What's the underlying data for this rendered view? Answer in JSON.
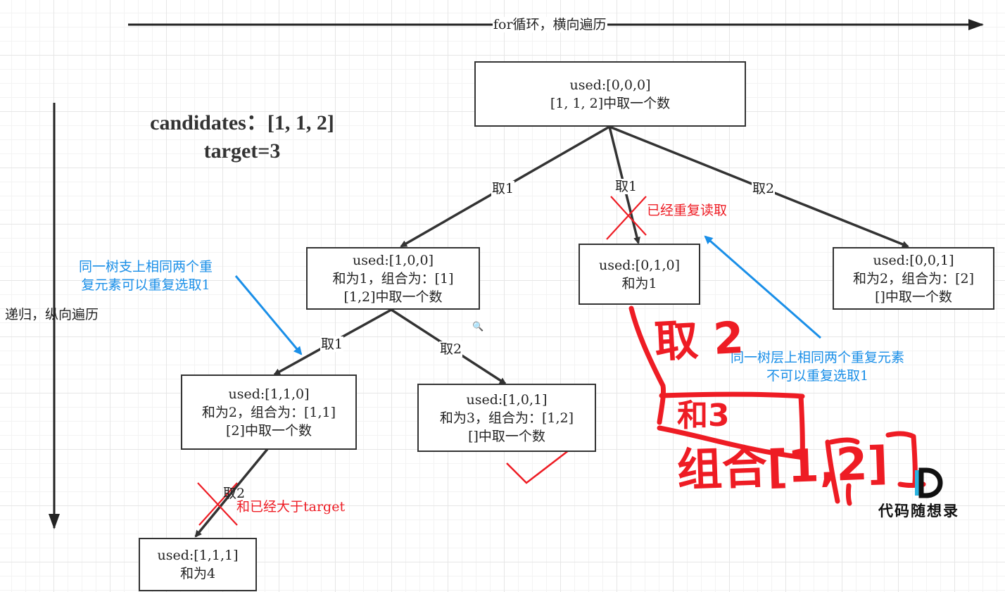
{
  "header": {
    "for_loop_label": "for循环，横向遍历",
    "recursion_label": "递归，纵向遍历"
  },
  "problem": {
    "candidates": "candidates：[1, 1, 2]",
    "target": "target=3"
  },
  "nodes": {
    "root": {
      "line1": "used:[0,0,0]",
      "line2": "[1, 1, 2]中取一个数"
    },
    "n1": {
      "line1": "used:[1,0,0]",
      "line2": "和为1，组合为：[1]",
      "line3": "[1,2]中取一个数"
    },
    "n2": {
      "line1": "used:[0,1,0]",
      "line2": "和为1"
    },
    "n3": {
      "line1": "used:[0,0,1]",
      "line2": "和为2，组合为：[2]",
      "line3": "[]中取一个数"
    },
    "n4": {
      "line1": "used:[1,1,0]",
      "line2": "和为2，组合为：[1,1]",
      "line3": "[2]中取一个数"
    },
    "n5": {
      "line1": "used:[1,0,1]",
      "line2": "和为3，组合为：[1,2]",
      "line3": "[]中取一个数"
    },
    "n6": {
      "line1": "used:[1,1,1]",
      "line2": "和为4"
    }
  },
  "edges": {
    "root_n1": "取1",
    "root_n2": "取1",
    "root_n3": "取2",
    "n1_n4": "取1",
    "n1_n5": "取2",
    "n4_n6": "取2"
  },
  "annotations": {
    "dup_read": "已经重复读取",
    "exceeds_target": "和已经大于target",
    "branch_line1": "同一树支上相同两个重",
    "branch_line2": "复元素可以重复选取1",
    "layer_line1": "同一树层上相同两个重复元素",
    "layer_line2": "不可以重复选取1"
  },
  "handwriting": {
    "take2": "取 2",
    "sum3": "和3",
    "combo": "组合[1,2]"
  },
  "brand": {
    "name": "代码随想录",
    "logo_letter": "D"
  },
  "colors": {
    "red": "#ee1c24",
    "blue": "#1a8fe8",
    "line": "#333333",
    "logo_accent": "#2bb3e0"
  }
}
